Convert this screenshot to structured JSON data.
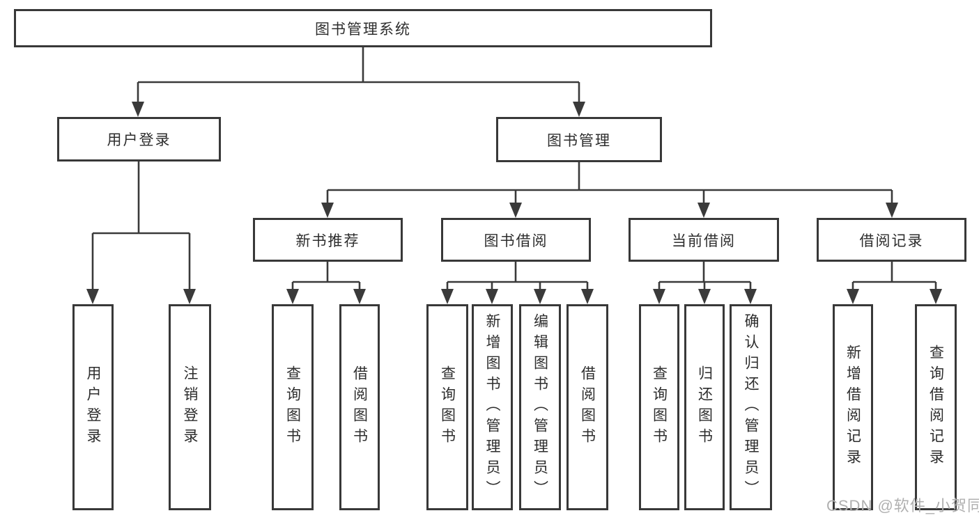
{
  "diagram": {
    "tree": {
      "root": {
        "label": "图书管理系统"
      },
      "children": [
        {
          "label": "用户登录",
          "children": [
            {
              "label": "用户登录"
            },
            {
              "label": "注销登录"
            }
          ]
        },
        {
          "label": "图书管理",
          "children": [
            {
              "label": "新书推荐",
              "children": [
                {
                  "label": "查询图书"
                },
                {
                  "label": "借阅图书"
                }
              ]
            },
            {
              "label": "图书借阅",
              "children": [
                {
                  "label": "查询图书"
                },
                {
                  "label": "新增图书（管理员）"
                },
                {
                  "label": "编辑图书（管理员）"
                },
                {
                  "label": "借阅图书"
                }
              ]
            },
            {
              "label": "当前借阅",
              "children": [
                {
                  "label": "查询图书"
                },
                {
                  "label": "归还图书"
                },
                {
                  "label": "确认归还（管理员）"
                }
              ]
            },
            {
              "label": "借阅记录",
              "children": [
                {
                  "label": "新增借阅记录"
                },
                {
                  "label": "查询借阅记录"
                }
              ]
            }
          ]
        }
      ]
    },
    "colors": {
      "line": "#3a3a3a",
      "border": "#383838",
      "text": "#2d2d2d",
      "watermark": "#b0b0b0",
      "background": "#ffffff"
    }
  },
  "watermark": {
    "text": "CSDN @软件_小贺同学"
  }
}
